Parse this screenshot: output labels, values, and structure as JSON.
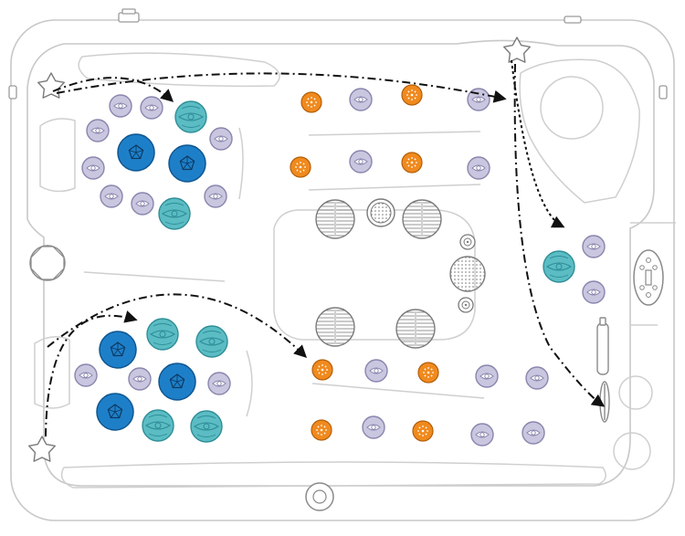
{
  "colors": {
    "outline": "#c8c8c8",
    "fill": "#ffffff",
    "lavender": "#c9c6e0",
    "lavender_stroke": "#8a86ad",
    "orange": "#f08a1e",
    "orange_stroke": "#b35e0a",
    "teal": "#5bbcc4",
    "teal_stroke": "#2f8e97",
    "blue": "#1e7fc9",
    "blue_stroke": "#0f568f",
    "grate": "#7a7a7a",
    "arrow": "#111111"
  },
  "icons": {
    "jet_small": "eye-jet-icon",
    "jet_medium": "swirl-jet-icon",
    "jet_large": "rotating-jet-icon",
    "air": "air-injector-icon",
    "suction": "suction-grate-icon",
    "pillow": "star-pillow-icon"
  },
  "flows": [
    {
      "name": "flow-arrow-top-left",
      "style": "dash-dot"
    },
    {
      "name": "flow-arrow-top",
      "style": "dash-dot"
    },
    {
      "name": "flow-arrow-top-right",
      "style": "dotted"
    },
    {
      "name": "flow-arrow-lounge",
      "style": "dash-dot"
    },
    {
      "name": "flow-arrow-bottom-left",
      "style": "dash-dot"
    },
    {
      "name": "flow-arrow-bottom",
      "style": "dash-dot"
    }
  ]
}
